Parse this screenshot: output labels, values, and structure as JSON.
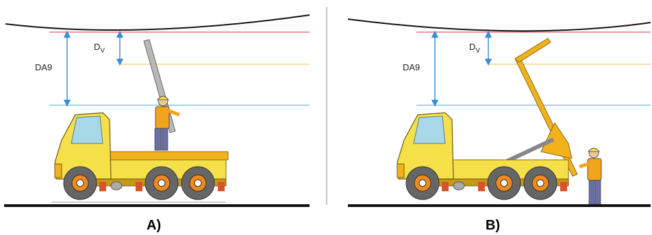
{
  "panels": [
    {
      "id": "A",
      "caption": "A)",
      "da_label": "DA9",
      "dv_label": "D",
      "dv_sub": "V"
    },
    {
      "id": "B",
      "caption": "B)",
      "da_label": "DA9",
      "dv_label": "D",
      "dv_sub": "V"
    }
  ],
  "colors": {
    "red_line": "#d9343c",
    "orange_line": "#f2b84b",
    "blue_line": "#3fb0c8",
    "arrow": "#3a8fd0",
    "truck_yellow": "#f6e04a",
    "bed_orange": "#f2b21c",
    "wheel": "#666666",
    "hub": "#f08a1c",
    "worker_shirt": "#f2a51c",
    "worker_pants": "#6a6fa8"
  }
}
